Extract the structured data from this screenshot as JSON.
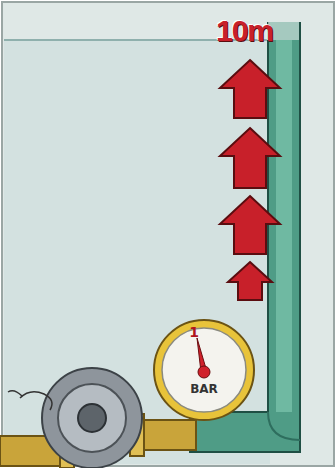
{
  "diagram": {
    "nodes": [
      {
        "text": [
          "1",
          "BAR"
        ]
      }
    ],
    "labels": [
      "10m"
    ]
  }
}
